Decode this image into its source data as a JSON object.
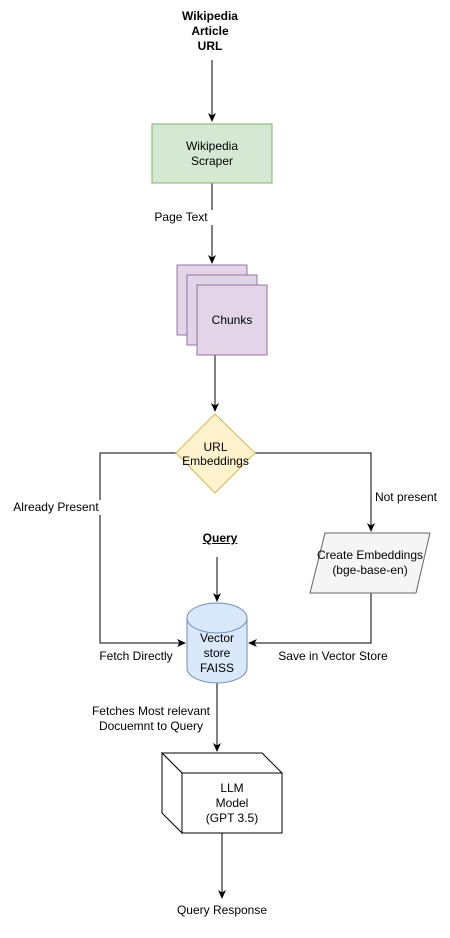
{
  "nodes": {
    "source": [
      "Wikipedia",
      "Article",
      "URL"
    ],
    "scraper": [
      "Wikipedia",
      "Scraper"
    ],
    "chunks": "Chunks",
    "decision": [
      "URL",
      "Embeddings"
    ],
    "query": "Query",
    "create_embeddings": [
      "Create Embeddings",
      "(bge-base-en)"
    ],
    "vector_store": [
      "Vector",
      "store",
      "FAISS"
    ],
    "llm": [
      "LLM",
      "Model",
      "(GPT 3.5)"
    ],
    "response": "Query Response"
  },
  "edges": {
    "page_text": "Page Text",
    "already_present": "Already Present",
    "not_present": "Not present",
    "fetch_directly": "Fetch Directly",
    "save_in_store": "Save in Vector Store",
    "fetches_relevant": [
      "Fetches Most relevant",
      "Docuemnt to Query"
    ]
  },
  "colors": {
    "scraper_fill": "#d5e8d4",
    "scraper_stroke": "#82b366",
    "chunks_fill": "#e1d5e7",
    "chunks_stroke": "#9673a6",
    "decision_fill": "#fff2cc",
    "decision_stroke": "#d6b656",
    "store_fill": "#dae8fc",
    "store_stroke": "#6c8ebf",
    "parallelogram_fill": "#f5f5f5",
    "parallelogram_stroke": "#666666"
  }
}
